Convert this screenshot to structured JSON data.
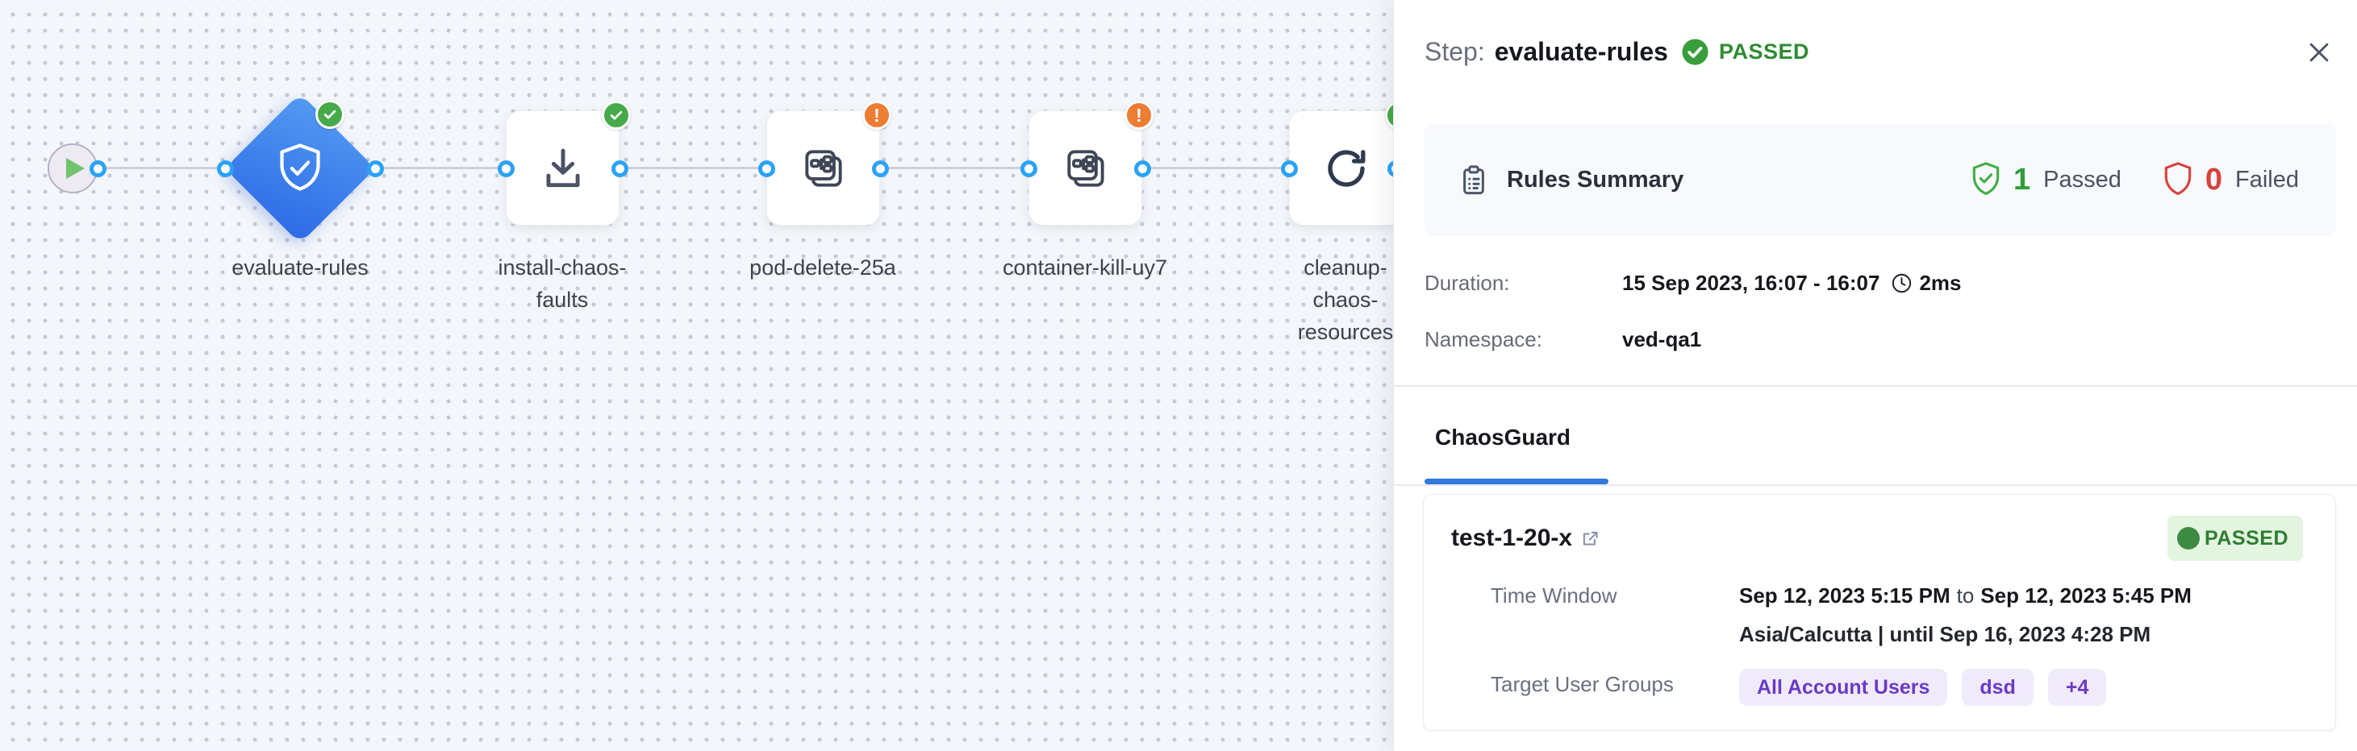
{
  "canvas": {
    "nodes": [
      {
        "id": "start",
        "type": "start"
      },
      {
        "id": "evaluate-rules",
        "label": "evaluate-rules",
        "status": "passed",
        "icon": "shield-check-icon"
      },
      {
        "id": "install-chaos-faults",
        "label": "install-chaos-\nfaults",
        "status": "passed",
        "icon": "download-icon"
      },
      {
        "id": "pod-delete-25a",
        "label": "pod-delete-25a",
        "status": "warning",
        "icon": "chaos-fault-icon"
      },
      {
        "id": "container-kill-uy7",
        "label": "container-kill-uy7",
        "status": "warning",
        "icon": "chaos-fault-icon"
      },
      {
        "id": "cleanup-chaos-resources",
        "label": "cleanup-chaos-\nresources",
        "status": "passed",
        "icon": "refresh-icon"
      }
    ],
    "warning_glyph": "!"
  },
  "panel": {
    "header": {
      "prefix": "Step:",
      "name": "evaluate-rules",
      "status": "PASSED"
    },
    "rules": {
      "title": "Rules Summary",
      "passed_count": "1",
      "passed_label": "Passed",
      "failed_count": "0",
      "failed_label": "Failed"
    },
    "details": {
      "duration_label": "Duration:",
      "duration_value": "15 Sep 2023, 16:07 - 16:07",
      "duration_elapsed": "2ms",
      "namespace_label": "Namespace:",
      "namespace_value": "ved-qa1"
    },
    "tab": "ChaosGuard",
    "guard": {
      "title": "test-1-20-x",
      "status": "PASSED",
      "time_label": "Time Window",
      "time_start": "Sep 12, 2023 5:15 PM",
      "time_to": "to",
      "time_end": "Sep 12, 2023 5:45 PM",
      "timezone_line": "Asia/Calcutta | until Sep 16, 2023 4:28 PM",
      "target_label": "Target User Groups",
      "groups": [
        "All Account Users",
        "dsd",
        "+4"
      ]
    }
  },
  "icons": [
    "play-icon",
    "shield-check-icon",
    "download-icon",
    "chaos-fault-icon",
    "refresh-icon",
    "check-badge-icon",
    "warning-badge-icon",
    "clipboard-icon",
    "clock-icon",
    "check-circle-icon",
    "close-icon",
    "external-link-icon",
    "status-dot"
  ],
  "colors": {
    "canvas_bg": "#f3f6fa",
    "dot": "#c3cad6",
    "connector": "#cdd0d6",
    "node_blue_top": "#539af2",
    "node_blue_bottom": "#2d6ae6",
    "port_blue": "#2ba2f5",
    "status_green": "#46a94a",
    "status_orange": "#ec7d33",
    "passed_text_green": "#2f8c32",
    "failed_red": "#d8423d",
    "tab_blue": "#3079dd",
    "pill_purple_bg": "#efebfa",
    "pill_purple_text": "#6b3ac6",
    "badge_green_bg": "#e3f4df",
    "badge_green_text": "#2e7d32"
  }
}
